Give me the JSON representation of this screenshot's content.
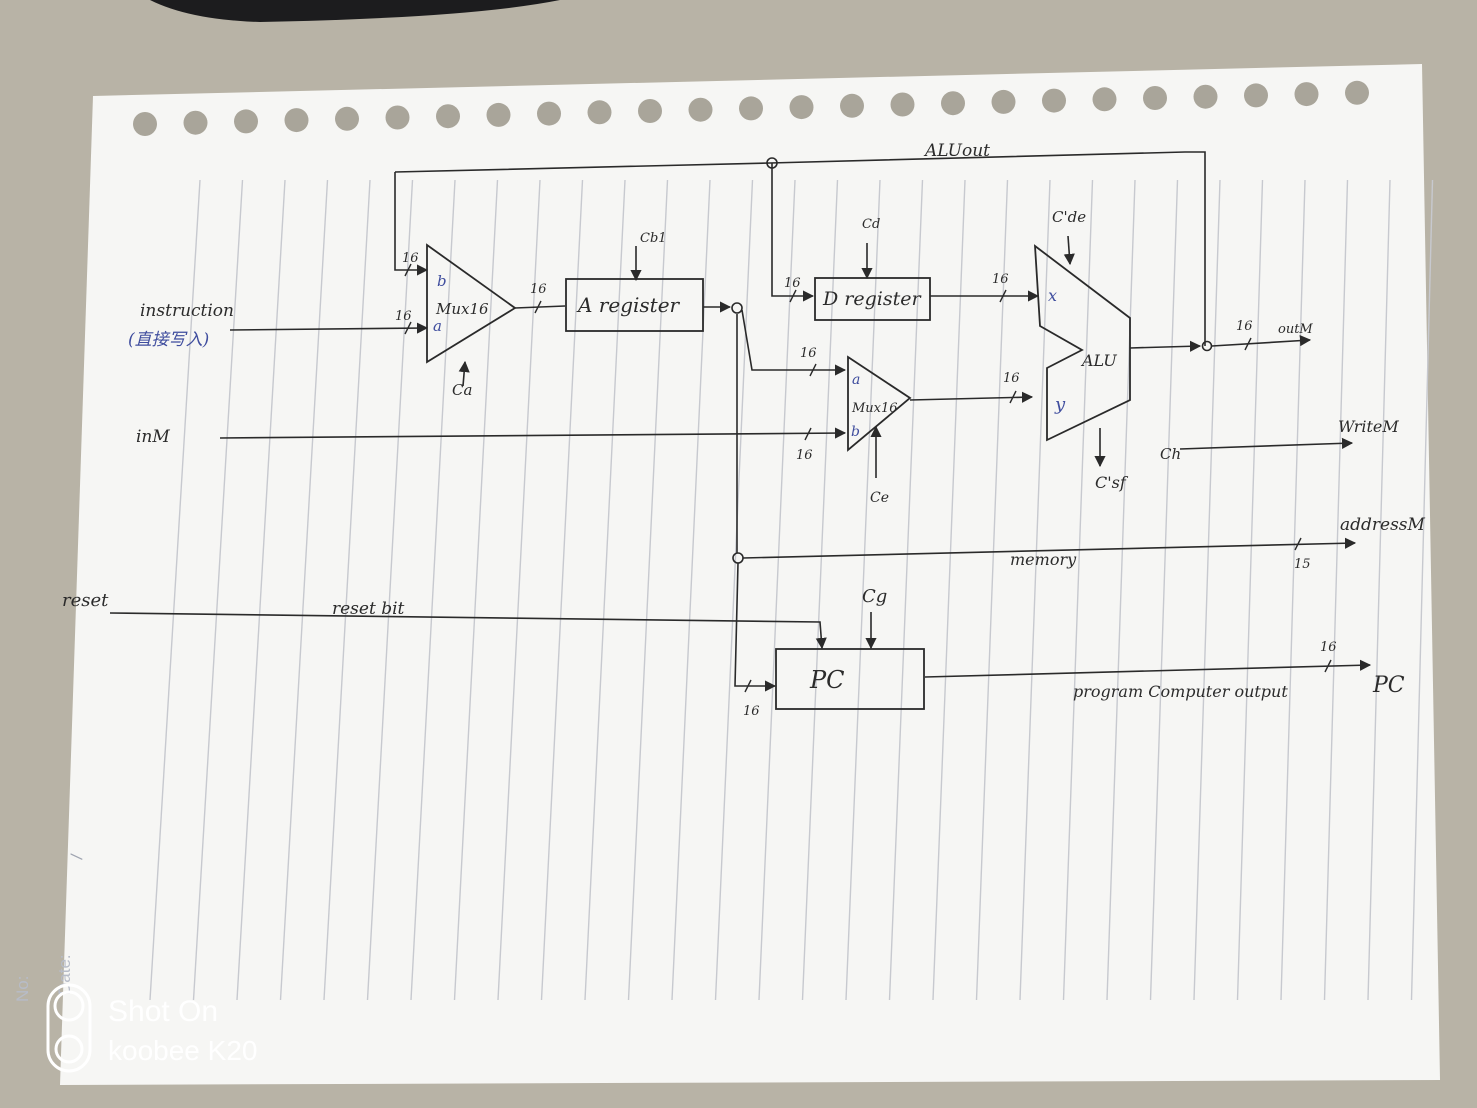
{
  "colors": {
    "desk": "#b8b3a6",
    "paper": "#f6f6f4",
    "rule_line": "#c7c9cf",
    "ink": "#2b2b2b",
    "blue_ink": "#3f4d9e"
  },
  "diagram": {
    "feedback_label": "ALUout",
    "inputs": {
      "instruction": "instruction",
      "instruction_note": "(直接写入)",
      "inM": "inM",
      "reset": "reset",
      "reset_bit": "reset bit"
    },
    "mux_a": {
      "label": "Mux16",
      "port_a": "a",
      "port_b": "b",
      "control": "Ca"
    },
    "a_register": {
      "label": "A register",
      "control": "Cb1"
    },
    "d_register": {
      "label": "D register",
      "control": "Cd"
    },
    "mux_b": {
      "label": "Mux16",
      "port_a": "a",
      "port_b": "b",
      "control": "Ce"
    },
    "alu": {
      "label": "ALU",
      "port_x": "x",
      "port_y": "y",
      "control_top": "C'de",
      "control_bottom": "C'sf"
    },
    "outputs": {
      "outM": "outM",
      "writeM": "WriteM",
      "writeM_control": "Ch",
      "addressM": "addressM",
      "memory": "memory",
      "pc": "PC",
      "program_output": "program Computer output"
    },
    "pc_block": {
      "label": "PC",
      "control": "Cg"
    },
    "bus_widths": {
      "mux_b_in": "16",
      "mux_a_in": "16",
      "a_reg_in": "16",
      "d_reg_in": "16",
      "alu_x": "16",
      "alu_y": "16",
      "out_m": "16",
      "mux2_a": "16",
      "mux2_b": "16",
      "address": "15",
      "pc_in": "16",
      "pc_out": "16"
    }
  },
  "margin": {
    "no_label": "No:",
    "date_label": "Date:",
    "date_slash": "/"
  },
  "watermark": {
    "line1": "Shot On",
    "line2": "koobee K20"
  }
}
